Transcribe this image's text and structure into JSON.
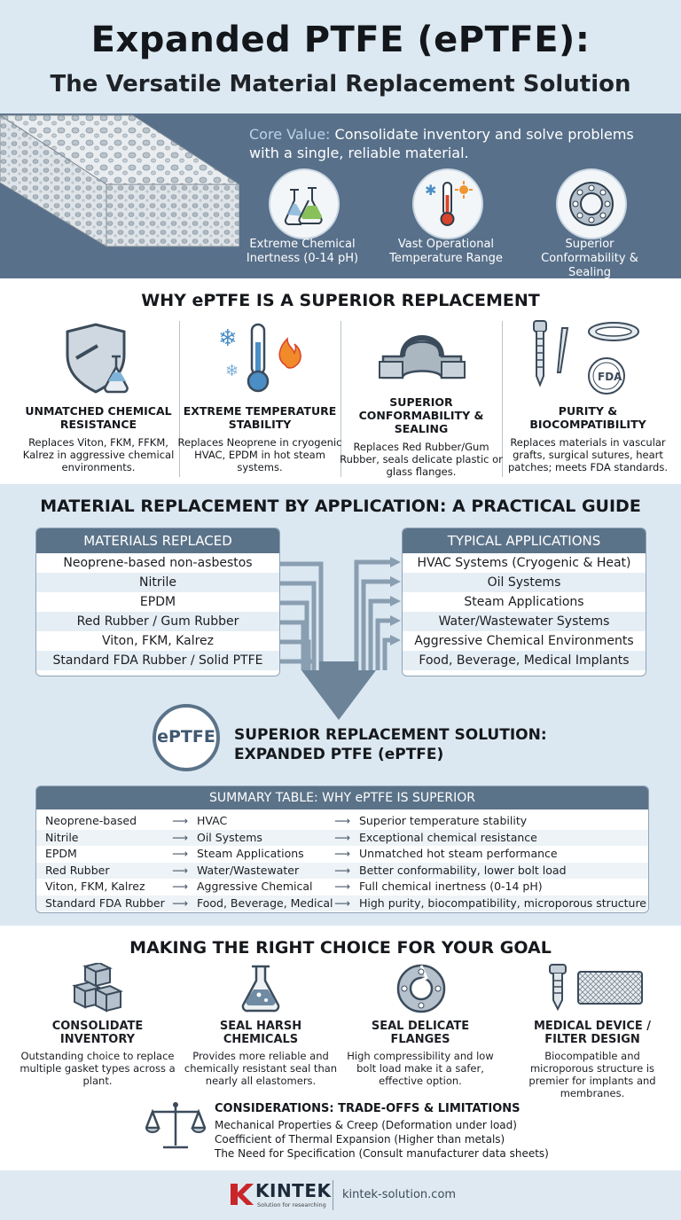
{
  "header": {
    "title": "Expanded PTFE (ePTFE):",
    "subtitle": "The Versatile Material Replacement Solution"
  },
  "core": {
    "label": "Core Value:",
    "text": " Consolidate inventory and solve problems with a single, reliable material.",
    "features": [
      {
        "icon": "flask-icon",
        "label": "Extreme Chemical Inertness (0-14 pH)"
      },
      {
        "icon": "thermometer-icon",
        "label": "Vast Operational Temperature Range"
      },
      {
        "icon": "gear-seal-icon",
        "label": "Superior Conformability & Sealing"
      }
    ]
  },
  "why": {
    "title": "WHY ePTFE IS A SUPERIOR REPLACEMENT",
    "items": [
      {
        "icon": "shield-flask-icon",
        "heading": "UNMATCHED CHEMICAL RESISTANCE",
        "body": "Replaces Viton, FKM, FFKM, Kalrez in aggressive chemical environments."
      },
      {
        "icon": "temperature-icon",
        "heading": "EXTREME TEMPERATURE STABILITY",
        "body": "Replaces Neoprene in cryogenic HVAC, EPDM in hot steam systems."
      },
      {
        "icon": "gasket-icon",
        "heading": "SUPERIOR CONFORMABILITY & SEALING",
        "body": "Replaces Red Rubber/Gum Rubber, seals delicate plastic or glass flanges."
      },
      {
        "icon": "medical-implant-icon",
        "heading": "PURITY & BIOCOMPATIBILITY",
        "body": "Replaces materials in vascular grafts, surgical sutures, heart patches; meets FDA standards."
      }
    ]
  },
  "materials": {
    "title": "MATERIAL REPLACEMENT BY APPLICATION: A PRACTICAL GUIDE",
    "replaced_header": "MATERIALS REPLACED",
    "replaced": [
      "Neoprene-based non-asbestos",
      "Nitrile",
      "EPDM",
      "Red Rubber / Gum Rubber",
      "Viton, FKM, Kalrez",
      "Standard FDA Rubber / Solid PTFE"
    ],
    "applications_header": "TYPICAL APPLICATIONS",
    "applications": [
      "HVAC Systems (Cryogenic & Heat)",
      "Oil Systems",
      "Steam Applications",
      "Water/Wastewater Systems",
      "Aggressive Chemical Environments",
      "Food, Beverage, Medical Implants"
    ],
    "badge": "ePTFE",
    "solution_line1": "SUPERIOR REPLACEMENT SOLUTION:",
    "solution_line2": "EXPANDED PTFE (ePTFE)"
  },
  "summary": {
    "title": "SUMMARY TABLE: WHY ePTFE IS SUPERIOR",
    "arrow": "⟶",
    "rows": [
      [
        "Neoprene-based",
        "HVAC",
        "Superior temperature stability"
      ],
      [
        "Nitrile",
        "Oil Systems",
        "Exceptional chemical resistance"
      ],
      [
        "EPDM",
        "Steam Applications",
        "Unmatched hot steam performance"
      ],
      [
        "Red Rubber",
        "Water/Wastewater",
        "Better conformability, lower bolt load"
      ],
      [
        "Viton, FKM, Kalrez",
        "Aggressive Chemical",
        "Full chemical inertness (0-14 pH)"
      ],
      [
        "Standard FDA Rubber",
        "Food, Beverage, Medical",
        "High purity, biocompatibility, microporous structure"
      ]
    ]
  },
  "goal": {
    "title": "MAKING THE RIGHT CHOICE FOR YOUR GOAL",
    "items": [
      {
        "icon": "boxes-icon",
        "heading": "CONSOLIDATE INVENTORY",
        "body": "Outstanding choice to replace multiple gasket types across a plant."
      },
      {
        "icon": "flask-icon",
        "heading": "SEAL HARSH CHEMICALS",
        "body": "Provides more reliable and chemically resistant seal than nearly all elastomers."
      },
      {
        "icon": "flange-icon",
        "heading": "SEAL DELICATE FLANGES",
        "body": "High compressibility and low bolt load make it a safer, effective option."
      },
      {
        "icon": "implant-membrane-icon",
        "heading": "MEDICAL DEVICE / FILTER DESIGN",
        "body": "Biocompatible and microporous structure is premier for implants and membranes."
      }
    ],
    "considerations_title": "CONSIDERATIONS: TRADE-OFFS & LIMITATIONS",
    "considerations": [
      "Mechanical Properties & Creep (Deformation under load)",
      "Coefficient of Thermal Expansion (Higher than metals)",
      "The Need for Specification (Consult manufacturer data sheets)"
    ]
  },
  "footer": {
    "brand": "KINTEK",
    "tagline": "Solution for researching",
    "url": "kintek-solution.com"
  }
}
